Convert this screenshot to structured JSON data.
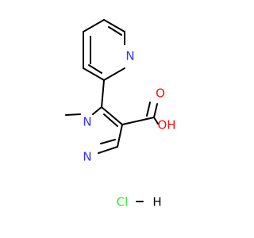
{
  "atoms": {
    "pyridine_n": {
      "label": "N",
      "color": "#3333ff"
    },
    "pyrazole_n1": {
      "label": "N",
      "color": "#3333ff"
    },
    "pyrazole_n2": {
      "label": "N",
      "color": "#3333ff"
    },
    "hydroxyl": {
      "label": "OH",
      "color": "#ff0d0d"
    },
    "carbonyl_o": {
      "label": "O",
      "color": "#ff0d0d"
    },
    "chlorine": {
      "label": "Cl",
      "color": "#1ff01f"
    },
    "hydrogen": {
      "label": "H",
      "color": "#000000"
    }
  }
}
